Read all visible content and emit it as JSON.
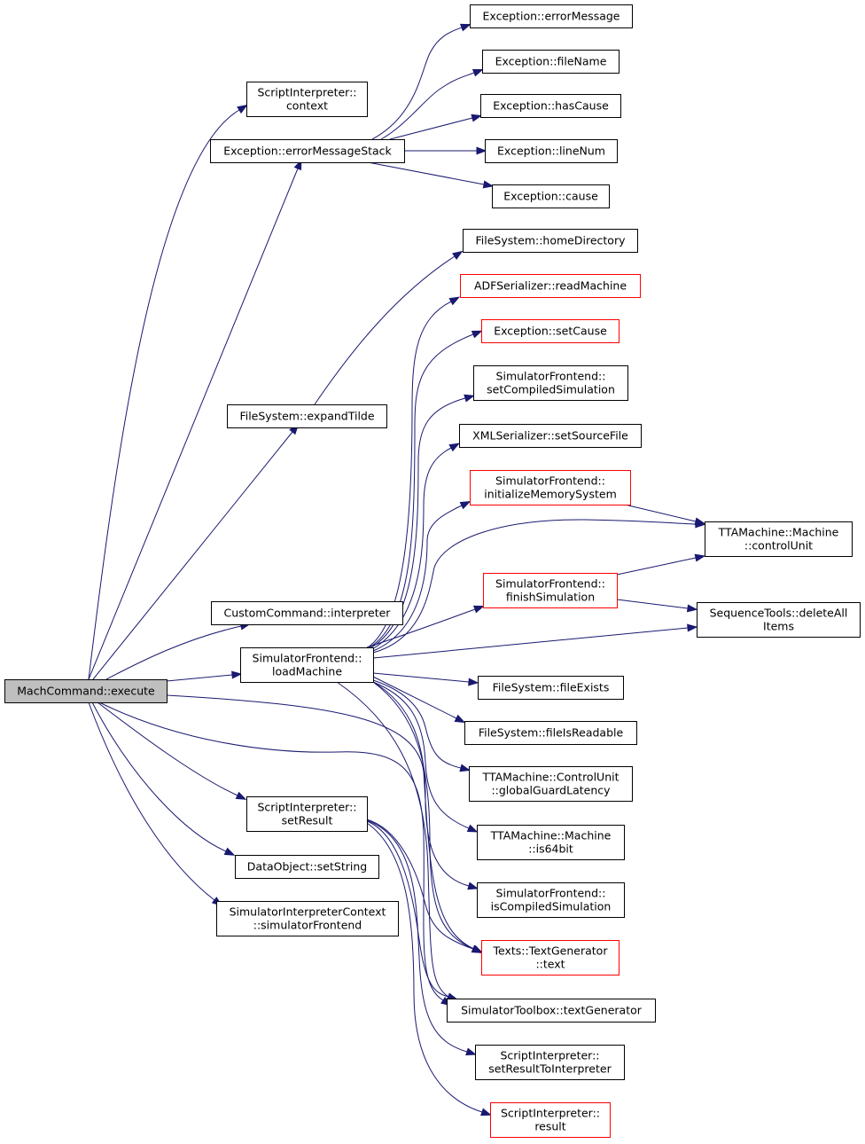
{
  "colors": {
    "edge": "#191970",
    "border_normal": "#000000",
    "border_missing_doc": "#ff0000",
    "root_fill": "#bfbfbf"
  },
  "nodes": [
    {
      "id": "n0",
      "lines": [
        "MachCommand::execute"
      ],
      "style": "root"
    },
    {
      "id": "n1",
      "lines": [
        "ScriptInterpreter::",
        "context"
      ],
      "style": "normal"
    },
    {
      "id": "n2",
      "lines": [
        "Exception::errorMessageStack"
      ],
      "style": "normal"
    },
    {
      "id": "n3",
      "lines": [
        "Exception::errorMessage"
      ],
      "style": "normal"
    },
    {
      "id": "n4",
      "lines": [
        "Exception::fileName"
      ],
      "style": "normal"
    },
    {
      "id": "n5",
      "lines": [
        "Exception::hasCause"
      ],
      "style": "normal"
    },
    {
      "id": "n6",
      "lines": [
        "Exception::lineNum"
      ],
      "style": "normal"
    },
    {
      "id": "n7",
      "lines": [
        "Exception::cause"
      ],
      "style": "normal"
    },
    {
      "id": "n8",
      "lines": [
        "FileSystem::expandTilde"
      ],
      "style": "normal"
    },
    {
      "id": "n9",
      "lines": [
        "FileSystem::homeDirectory"
      ],
      "style": "normal"
    },
    {
      "id": "n10",
      "lines": [
        "CustomCommand::interpreter"
      ],
      "style": "normal"
    },
    {
      "id": "n11",
      "lines": [
        "SimulatorFrontend::",
        "loadMachine"
      ],
      "style": "normal"
    },
    {
      "id": "n12",
      "lines": [
        "ADFSerializer::readMachine"
      ],
      "style": "red"
    },
    {
      "id": "n13",
      "lines": [
        "Exception::setCause"
      ],
      "style": "red"
    },
    {
      "id": "n14",
      "lines": [
        "SimulatorFrontend::",
        "setCompiledSimulation"
      ],
      "style": "normal"
    },
    {
      "id": "n15",
      "lines": [
        "XMLSerializer::setSourceFile"
      ],
      "style": "normal"
    },
    {
      "id": "n16",
      "lines": [
        "SimulatorFrontend::",
        "initializeMemorySystem"
      ],
      "style": "red"
    },
    {
      "id": "n17",
      "lines": [
        "TTAMachine::Machine",
        "::controlUnit"
      ],
      "style": "normal"
    },
    {
      "id": "n18",
      "lines": [
        "SimulatorFrontend::",
        "finishSimulation"
      ],
      "style": "red"
    },
    {
      "id": "n19",
      "lines": [
        "SequenceTools::deleteAll",
        "Items"
      ],
      "style": "normal"
    },
    {
      "id": "n20",
      "lines": [
        "FileSystem::fileExists"
      ],
      "style": "normal"
    },
    {
      "id": "n21",
      "lines": [
        "FileSystem::fileIsReadable"
      ],
      "style": "normal"
    },
    {
      "id": "n22",
      "lines": [
        "TTAMachine::ControlUnit",
        "::globalGuardLatency"
      ],
      "style": "normal"
    },
    {
      "id": "n23",
      "lines": [
        "TTAMachine::Machine",
        "::is64bit"
      ],
      "style": "normal"
    },
    {
      "id": "n24",
      "lines": [
        "SimulatorFrontend::",
        "isCompiledSimulation"
      ],
      "style": "normal"
    },
    {
      "id": "n25",
      "lines": [
        "Texts::TextGenerator",
        "::text"
      ],
      "style": "red"
    },
    {
      "id": "n26",
      "lines": [
        "SimulatorToolbox::textGenerator"
      ],
      "style": "normal"
    },
    {
      "id": "n27",
      "lines": [
        "ScriptInterpreter::",
        "setResult"
      ],
      "style": "normal"
    },
    {
      "id": "n28",
      "lines": [
        "DataObject::setString"
      ],
      "style": "normal"
    },
    {
      "id": "n29",
      "lines": [
        "SimulatorInterpreterContext",
        "::simulatorFrontend"
      ],
      "style": "normal"
    },
    {
      "id": "n30",
      "lines": [
        "ScriptInterpreter::",
        "setResultToInterpreter"
      ],
      "style": "normal"
    },
    {
      "id": "n31",
      "lines": [
        "ScriptInterpreter::",
        "result"
      ],
      "style": "red"
    }
  ],
  "edges": [
    [
      "n0",
      "n1"
    ],
    [
      "n0",
      "n2"
    ],
    [
      "n0",
      "n8"
    ],
    [
      "n0",
      "n10"
    ],
    [
      "n0",
      "n11"
    ],
    [
      "n0",
      "n25"
    ],
    [
      "n0",
      "n26"
    ],
    [
      "n0",
      "n27"
    ],
    [
      "n0",
      "n28"
    ],
    [
      "n0",
      "n29"
    ],
    [
      "n2",
      "n3"
    ],
    [
      "n2",
      "n4"
    ],
    [
      "n2",
      "n5"
    ],
    [
      "n2",
      "n6"
    ],
    [
      "n2",
      "n7"
    ],
    [
      "n8",
      "n9"
    ],
    [
      "n11",
      "n12"
    ],
    [
      "n11",
      "n13"
    ],
    [
      "n11",
      "n14"
    ],
    [
      "n11",
      "n15"
    ],
    [
      "n11",
      "n16"
    ],
    [
      "n11",
      "n17"
    ],
    [
      "n11",
      "n18"
    ],
    [
      "n11",
      "n19"
    ],
    [
      "n11",
      "n20"
    ],
    [
      "n11",
      "n21"
    ],
    [
      "n11",
      "n22"
    ],
    [
      "n11",
      "n23"
    ],
    [
      "n11",
      "n24"
    ],
    [
      "n11",
      "n25"
    ],
    [
      "n11",
      "n26"
    ],
    [
      "n16",
      "n17"
    ],
    [
      "n18",
      "n17"
    ],
    [
      "n18",
      "n19"
    ],
    [
      "n27",
      "n30"
    ],
    [
      "n27",
      "n31"
    ],
    [
      "n27",
      "n25"
    ],
    [
      "n27",
      "n26"
    ]
  ]
}
